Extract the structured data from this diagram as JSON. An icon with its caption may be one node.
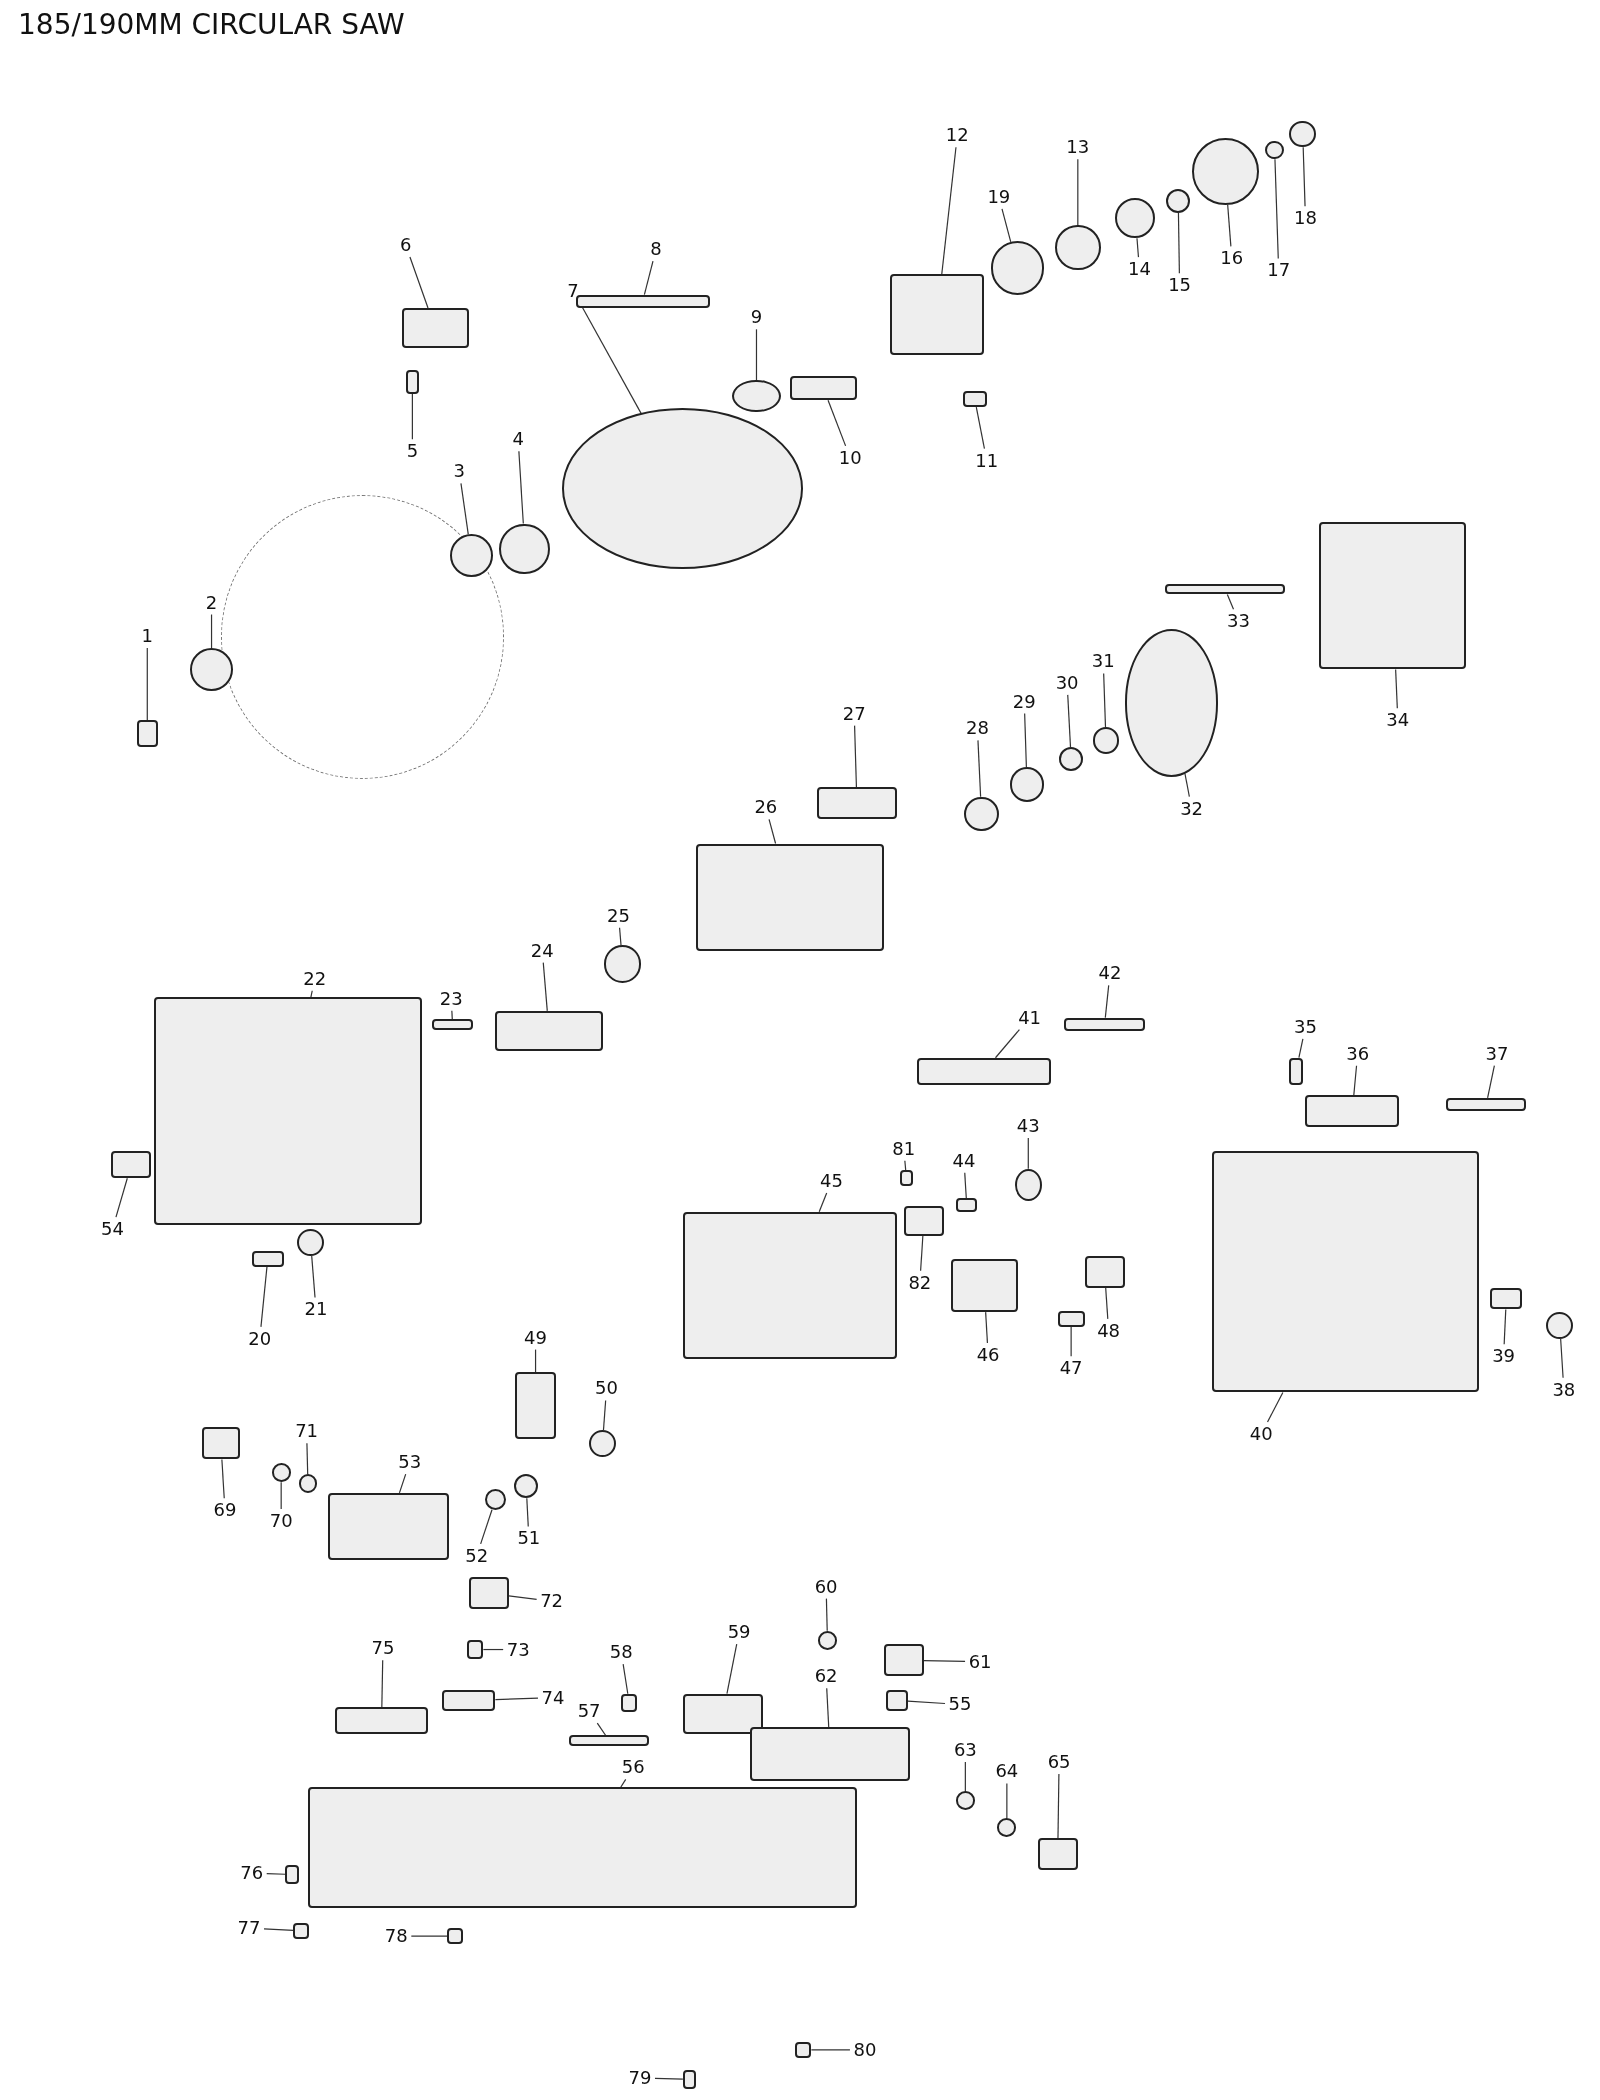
{
  "diagram": {
    "title": "185/190MM CIRCULAR SAW",
    "nodes": [
      {
        "text": [
          "1"
        ]
      },
      {
        "text": [],
        "shape": "box"
      },
      {
        "text": [
          "2"
        ]
      },
      {
        "text": [],
        "shape": "circle"
      },
      {
        "text": [
          "3"
        ]
      },
      {
        "text": [],
        "shape": "circle"
      },
      {
        "text": [
          "4"
        ]
      },
      {
        "text": [],
        "shape": "circle"
      },
      {
        "text": [
          "5"
        ]
      },
      {
        "text": [],
        "shape": "box"
      },
      {
        "text": [
          "6"
        ]
      },
      {
        "text": [],
        "shape": "box"
      },
      {
        "text": [
          "7"
        ]
      },
      {
        "text": [],
        "shape": "circle"
      },
      {
        "text": [
          "8"
        ]
      },
      {
        "text": [],
        "shape": "box"
      },
      {
        "text": [
          "9"
        ]
      },
      {
        "text": [],
        "shape": "circle"
      },
      {
        "text": [
          "10"
        ]
      },
      {
        "text": [],
        "shape": "box"
      },
      {
        "text": [
          "11"
        ]
      },
      {
        "text": [],
        "shape": "box"
      },
      {
        "text": [
          "12"
        ]
      },
      {
        "text": [],
        "shape": "box"
      },
      {
        "text": [
          "13"
        ]
      },
      {
        "text": [],
        "shape": "circle"
      },
      {
        "text": [
          "14"
        ]
      },
      {
        "text": [],
        "shape": "circle"
      },
      {
        "text": [
          "15"
        ]
      },
      {
        "text": [],
        "shape": "circle"
      },
      {
        "text": [
          "16"
        ]
      },
      {
        "text": [],
        "shape": "circle"
      },
      {
        "text": [
          "17"
        ]
      },
      {
        "text": [],
        "shape": "circle"
      },
      {
        "text": [
          "18"
        ]
      },
      {
        "text": [],
        "shape": "circle"
      },
      {
        "text": [
          "19"
        ]
      },
      {
        "text": [],
        "shape": "circle"
      },
      {
        "text": [
          "20"
        ]
      },
      {
        "text": [],
        "shape": "box"
      },
      {
        "text": [
          "21"
        ]
      },
      {
        "text": [],
        "shape": "circle"
      },
      {
        "text": [
          "22"
        ]
      },
      {
        "text": [],
        "shape": "box"
      },
      {
        "text": [
          "23"
        ]
      },
      {
        "text": [],
        "shape": "box"
      },
      {
        "text": [
          "24"
        ]
      },
      {
        "text": [],
        "shape": "box"
      },
      {
        "text": [
          "25"
        ]
      },
      {
        "text": [],
        "shape": "circle"
      },
      {
        "text": [
          "26"
        ]
      },
      {
        "text": [],
        "shape": "box"
      },
      {
        "text": [
          "27"
        ]
      },
      {
        "text": [],
        "shape": "box"
      },
      {
        "text": [
          "28"
        ]
      },
      {
        "text": [],
        "shape": "circle"
      },
      {
        "text": [
          "29"
        ]
      },
      {
        "text": [],
        "shape": "circle"
      },
      {
        "text": [
          "30"
        ]
      },
      {
        "text": [],
        "shape": "circle"
      },
      {
        "text": [
          "31"
        ]
      },
      {
        "text": [],
        "shape": "circle"
      },
      {
        "text": [
          "32"
        ]
      },
      {
        "text": [],
        "shape": "circle"
      },
      {
        "text": [
          "33"
        ]
      },
      {
        "text": [],
        "shape": "box"
      },
      {
        "text": [
          "34"
        ]
      },
      {
        "text": [],
        "shape": "box"
      },
      {
        "text": [
          "35"
        ]
      },
      {
        "text": [],
        "shape": "box"
      },
      {
        "text": [
          "36"
        ]
      },
      {
        "text": [],
        "shape": "box"
      },
      {
        "text": [
          "37"
        ]
      },
      {
        "text": [],
        "shape": "box"
      },
      {
        "text": [
          "38"
        ]
      },
      {
        "text": [],
        "shape": "circle"
      },
      {
        "text": [
          "39"
        ]
      },
      {
        "text": [],
        "shape": "box"
      },
      {
        "text": [
          "40"
        ]
      },
      {
        "text": [],
        "shape": "box"
      },
      {
        "text": [
          "41"
        ]
      },
      {
        "text": [],
        "shape": "box"
      },
      {
        "text": [
          "42"
        ]
      },
      {
        "text": [],
        "shape": "box"
      },
      {
        "text": [
          "43"
        ]
      },
      {
        "text": [],
        "shape": "circle"
      },
      {
        "text": [
          "44"
        ]
      },
      {
        "text": [],
        "shape": "box"
      },
      {
        "text": [
          "45"
        ]
      },
      {
        "text": [],
        "shape": "box"
      },
      {
        "text": [
          "46"
        ]
      },
      {
        "text": [],
        "shape": "box"
      },
      {
        "text": [
          "47"
        ]
      },
      {
        "text": [],
        "shape": "box"
      },
      {
        "text": [
          "48"
        ]
      },
      {
        "text": [],
        "shape": "box"
      },
      {
        "text": [
          "49"
        ]
      },
      {
        "text": [],
        "shape": "box"
      },
      {
        "text": [
          "50"
        ]
      },
      {
        "text": [],
        "shape": "circle"
      },
      {
        "text": [
          "51"
        ]
      },
      {
        "text": [],
        "shape": "circle"
      },
      {
        "text": [
          "52"
        ]
      },
      {
        "text": [],
        "shape": "circle"
      },
      {
        "text": [
          "53"
        ]
      },
      {
        "text": [],
        "shape": "box"
      },
      {
        "text": [
          "54"
        ]
      },
      {
        "text": [],
        "shape": "box"
      },
      {
        "text": [
          "55"
        ]
      },
      {
        "text": [],
        "shape": "box"
      },
      {
        "text": [
          "56"
        ]
      },
      {
        "text": [],
        "shape": "box"
      },
      {
        "text": [
          "57"
        ]
      },
      {
        "text": [],
        "shape": "box"
      },
      {
        "text": [
          "58"
        ]
      },
      {
        "text": [],
        "shape": "box"
      },
      {
        "text": [
          "59"
        ]
      },
      {
        "text": [],
        "shape": "box"
      },
      {
        "text": [
          "60"
        ]
      },
      {
        "text": [],
        "shape": "circle"
      },
      {
        "text": [
          "61"
        ]
      },
      {
        "text": [],
        "shape": "box"
      },
      {
        "text": [
          "62"
        ]
      },
      {
        "text": [],
        "shape": "box"
      },
      {
        "text": [
          "63"
        ]
      },
      {
        "text": [],
        "shape": "circle"
      },
      {
        "text": [
          "64"
        ]
      },
      {
        "text": [],
        "shape": "circle"
      },
      {
        "text": [
          "65"
        ]
      },
      {
        "text": [],
        "shape": "box"
      },
      {
        "text": [
          "69"
        ]
      },
      {
        "text": [],
        "shape": "box"
      },
      {
        "text": [
          "70"
        ]
      },
      {
        "text": [],
        "shape": "circle"
      },
      {
        "text": [
          "71"
        ]
      },
      {
        "text": [],
        "shape": "circle"
      },
      {
        "text": [
          "72"
        ]
      },
      {
        "text": [],
        "shape": "box"
      },
      {
        "text": [
          "73"
        ]
      },
      {
        "text": [],
        "shape": "box"
      },
      {
        "text": [
          "74"
        ]
      },
      {
        "text": [],
        "shape": "box"
      },
      {
        "text": [
          "75"
        ]
      },
      {
        "text": [],
        "shape": "box"
      },
      {
        "text": [
          "76"
        ]
      },
      {
        "text": [],
        "shape": "box"
      },
      {
        "text": [
          "77"
        ]
      },
      {
        "text": [],
        "shape": "box"
      },
      {
        "text": [
          "78"
        ]
      },
      {
        "text": [],
        "shape": "box"
      },
      {
        "text": [
          "79"
        ]
      },
      {
        "text": [],
        "shape": "box"
      },
      {
        "text": [
          "80"
        ]
      },
      {
        "text": [],
        "shape": "box"
      },
      {
        "text": [
          "81"
        ]
      },
      {
        "text": [],
        "shape": "box"
      },
      {
        "text": [
          "82"
        ]
      },
      {
        "text": [],
        "shape": "box"
      }
    ],
    "edges": [
      {
        "from": 0,
        "to": 1,
        "arrow": "none"
      },
      {
        "from": 2,
        "to": 3,
        "arrow": "none"
      },
      {
        "from": 4,
        "to": 5,
        "arrow": "none"
      },
      {
        "from": 6,
        "to": 7,
        "arrow": "none"
      },
      {
        "from": 8,
        "to": 9,
        "arrow": "none"
      },
      {
        "from": 10,
        "to": 11,
        "arrow": "none"
      },
      {
        "from": 12,
        "to": 13,
        "arrow": "none"
      },
      {
        "from": 14,
        "to": 15,
        "arrow": "none"
      },
      {
        "from": 16,
        "to": 17,
        "arrow": "none"
      },
      {
        "from": 18,
        "to": 19,
        "arrow": "none"
      },
      {
        "from": 20,
        "to": 21,
        "arrow": "none"
      },
      {
        "from": 22,
        "to": 23,
        "arrow": "none"
      },
      {
        "from": 24,
        "to": 25,
        "arrow": "none"
      },
      {
        "from": 26,
        "to": 27,
        "arrow": "none"
      },
      {
        "from": 28,
        "to": 29,
        "arrow": "none"
      },
      {
        "from": 30,
        "to": 31,
        "arrow": "none"
      },
      {
        "from": 32,
        "to": 33,
        "arrow": "none"
      },
      {
        "from": 34,
        "to": 35,
        "arrow": "none"
      },
      {
        "from": 36,
        "to": 37,
        "arrow": "none"
      },
      {
        "from": 38,
        "to": 39,
        "arrow": "none"
      },
      {
        "from": 40,
        "to": 41,
        "arrow": "none"
      },
      {
        "from": 42,
        "to": 43,
        "arrow": "none"
      },
      {
        "from": 44,
        "to": 45,
        "arrow": "none"
      },
      {
        "from": 46,
        "to": 47,
        "arrow": "none"
      },
      {
        "from": 48,
        "to": 49,
        "arrow": "none"
      },
      {
        "from": 50,
        "to": 51,
        "arrow": "none"
      },
      {
        "from": 52,
        "to": 53,
        "arrow": "none"
      },
      {
        "from": 54,
        "to": 55,
        "arrow": "none"
      },
      {
        "from": 56,
        "to": 57,
        "arrow": "none"
      },
      {
        "from": 58,
        "to": 59,
        "arrow": "none"
      },
      {
        "from": 60,
        "to": 61,
        "arrow": "none"
      },
      {
        "from": 62,
        "to": 63,
        "arrow": "none"
      },
      {
        "from": 64,
        "to": 65,
        "arrow": "none"
      },
      {
        "from": 66,
        "to": 67,
        "arrow": "none"
      },
      {
        "from": 68,
        "to": 69,
        "arrow": "none"
      },
      {
        "from": 70,
        "to": 71,
        "arrow": "none"
      },
      {
        "from": 72,
        "to": 73,
        "arrow": "none"
      },
      {
        "from": 74,
        "to": 75,
        "arrow": "none"
      },
      {
        "from": 76,
        "to": 77,
        "arrow": "none"
      },
      {
        "from": 78,
        "to": 79,
        "arrow": "none"
      },
      {
        "from": 80,
        "to": 81,
        "arrow": "none"
      },
      {
        "from": 82,
        "to": 83,
        "arrow": "none"
      },
      {
        "from": 84,
        "to": 85,
        "arrow": "none"
      },
      {
        "from": 86,
        "to": 87,
        "arrow": "none"
      },
      {
        "from": 88,
        "to": 89,
        "arrow": "none"
      },
      {
        "from": 90,
        "to": 91,
        "arrow": "none"
      },
      {
        "from": 92,
        "to": 93,
        "arrow": "none"
      },
      {
        "from": 94,
        "to": 95,
        "arrow": "none"
      },
      {
        "from": 96,
        "to": 97,
        "arrow": "none"
      },
      {
        "from": 98,
        "to": 99,
        "arrow": "none"
      },
      {
        "from": 100,
        "to": 101,
        "arrow": "none"
      },
      {
        "from": 102,
        "to": 103,
        "arrow": "none"
      },
      {
        "from": 104,
        "to": 105,
        "arrow": "none"
      },
      {
        "from": 106,
        "to": 107,
        "arrow": "none"
      },
      {
        "from": 108,
        "to": 109,
        "arrow": "none"
      },
      {
        "from": 110,
        "to": 111,
        "arrow": "none"
      },
      {
        "from": 112,
        "to": 113,
        "arrow": "none"
      },
      {
        "from": 114,
        "to": 115,
        "arrow": "none"
      },
      {
        "from": 116,
        "to": 117,
        "arrow": "none"
      },
      {
        "from": 118,
        "to": 119,
        "arrow": "none"
      },
      {
        "from": 120,
        "to": 121,
        "arrow": "none"
      },
      {
        "from": 122,
        "to": 123,
        "arrow": "none"
      },
      {
        "from": 124,
        "to": 125,
        "arrow": "none"
      },
      {
        "from": 126,
        "to": 127,
        "arrow": "none"
      },
      {
        "from": 128,
        "to": 129,
        "arrow": "none"
      },
      {
        "from": 130,
        "to": 131,
        "arrow": "none"
      },
      {
        "from": 132,
        "to": 133,
        "arrow": "none"
      },
      {
        "from": 134,
        "to": 135,
        "arrow": "none"
      },
      {
        "from": 136,
        "to": 137,
        "arrow": "none"
      },
      {
        "from": 138,
        "to": 139,
        "arrow": "none"
      },
      {
        "from": 140,
        "to": 141,
        "arrow": "none"
      },
      {
        "from": 142,
        "to": 143,
        "arrow": "none"
      },
      {
        "from": 144,
        "to": 145,
        "arrow": "none"
      },
      {
        "from": 146,
        "to": 147,
        "arrow": "none"
      },
      {
        "from": 148,
        "to": 149,
        "arrow": "none"
      },
      {
        "from": 150,
        "to": 151,
        "arrow": "none"
      },
      {
        "from": 152,
        "to": 153,
        "arrow": "none"
      },
      {
        "from": 154,
        "to": 155,
        "arrow": "none"
      },
      {
        "from": 156,
        "to": 157,
        "arrow": "none"
      }
    ]
  }
}
